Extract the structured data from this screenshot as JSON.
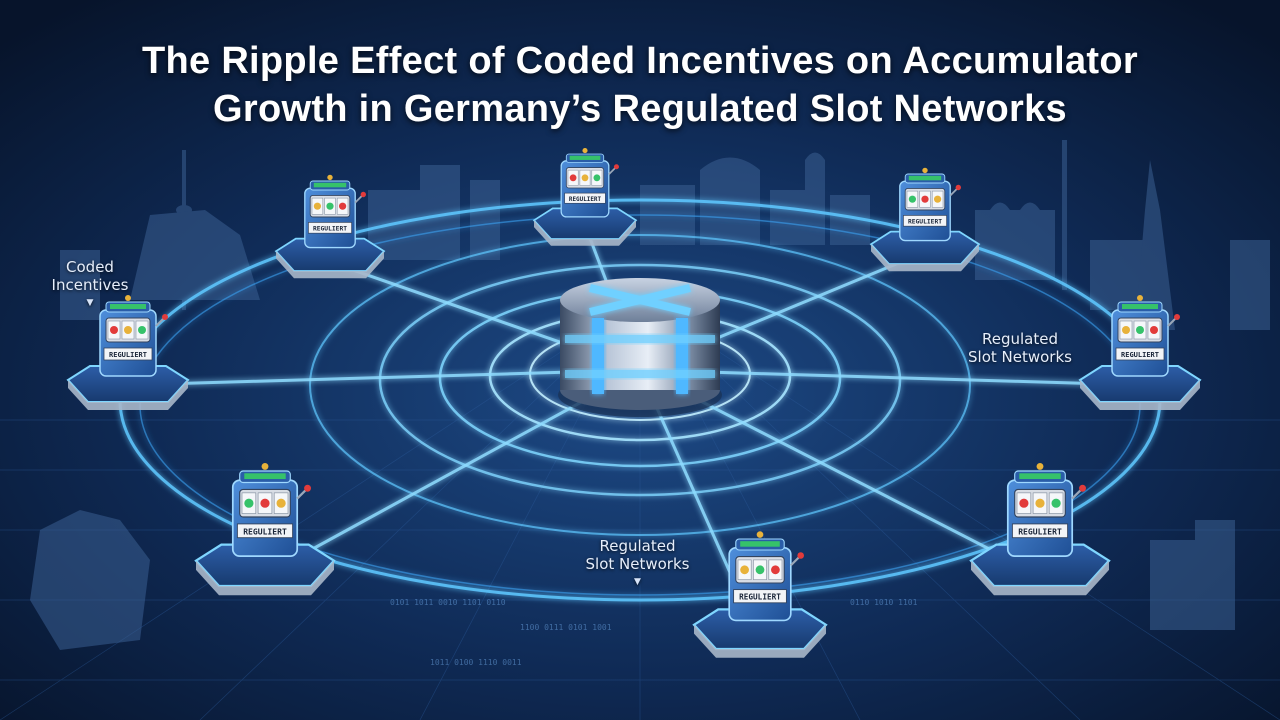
{
  "title": {
    "line1": "The Ripple Effect of Coded Incentives on Accumulator",
    "line2": "Growth in Germany’s Regulated Slot Networks"
  },
  "callouts": {
    "coded_incentives": {
      "line1": "Coded",
      "line2": "Incentives"
    },
    "regulated_right": {
      "line1": "Regulated",
      "line2": "Slot Networks"
    },
    "regulated_bottom": {
      "line1": "Regulated",
      "line2": "Slot Networks"
    }
  },
  "slot_machine_panel_text": "REGULIERT",
  "colors": {
    "background": "#0b1d3c",
    "glow": "#5fc8ff",
    "machine_body": "#2f6fc0",
    "accent_red": "#e23b3b",
    "accent_green": "#36c26a",
    "gold": "#e8b23a"
  }
}
